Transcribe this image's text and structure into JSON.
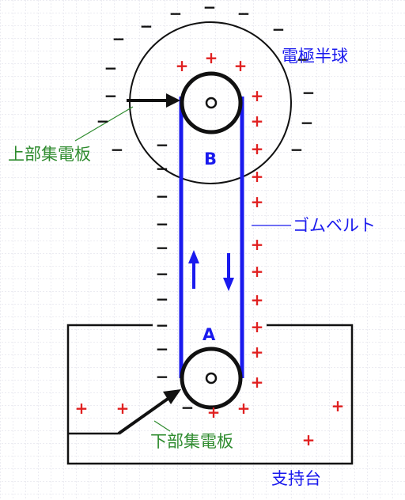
{
  "labels": {
    "hemisphere": "電極半球",
    "upper_plate": "上部集電板",
    "belt": "ゴムベルト",
    "lower_plate": "下部集電板",
    "stand": "支持台",
    "roller_b": "B",
    "roller_a": "A"
  },
  "colors": {
    "belt": "#1a1aee",
    "label_blue": "#1a1aee",
    "label_green": "#2e8b2e",
    "plus": "#e02020",
    "minus": "#111111",
    "grid": "#d9d9e6"
  },
  "charges": {
    "plus_symbol": "+",
    "minus_symbol": "−"
  }
}
